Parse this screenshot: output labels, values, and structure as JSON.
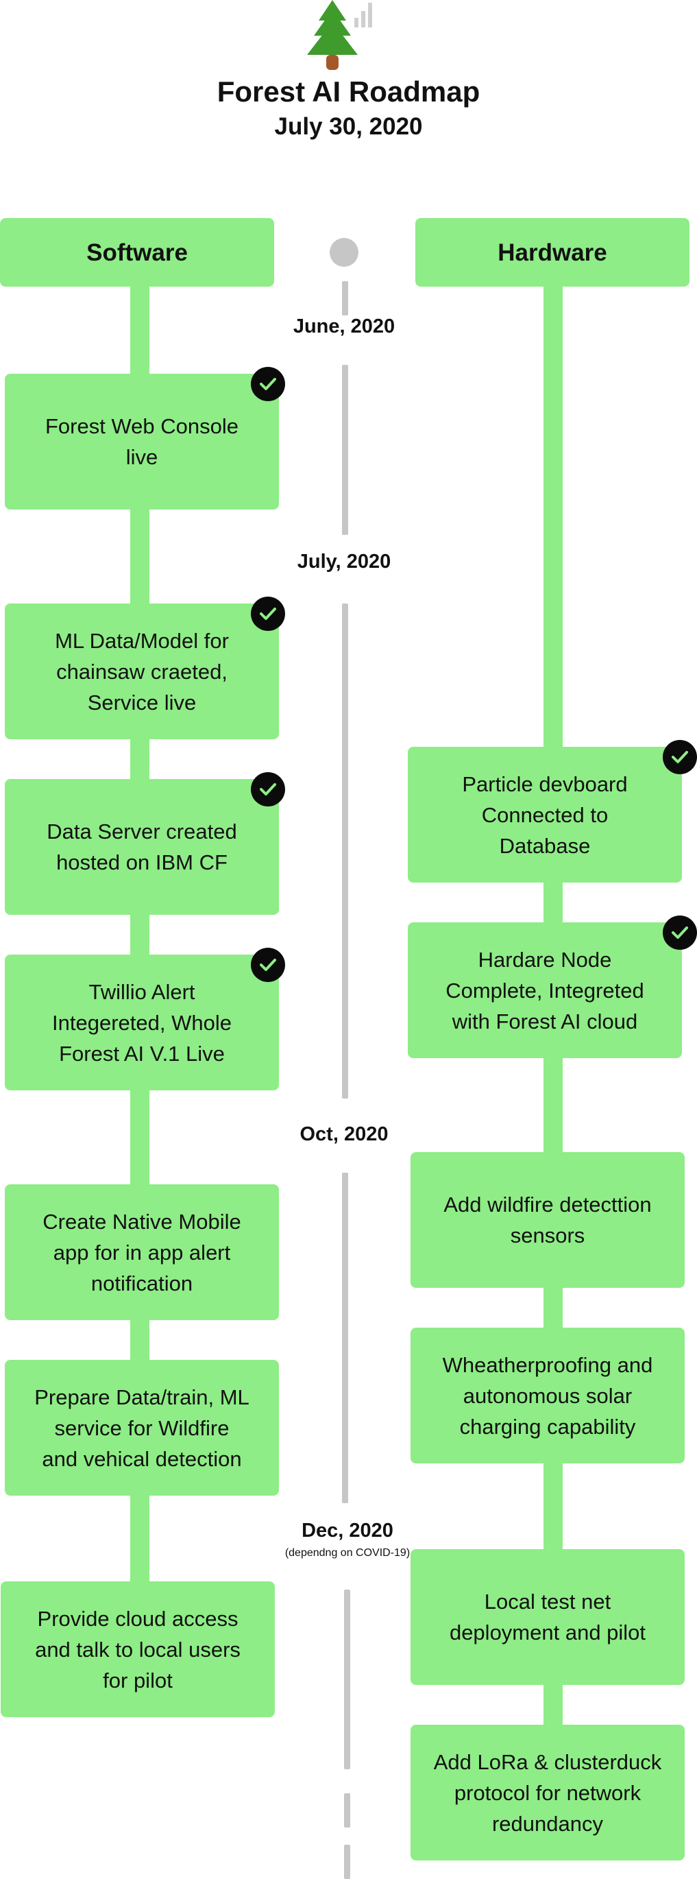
{
  "header": {
    "title": "Forest AI Roadmap",
    "date": "July 30, 2020"
  },
  "columns": {
    "software": "Software",
    "hardware": "Hardware"
  },
  "timeline": {
    "dates": [
      "June, 2020",
      "July, 2020",
      "Oct, 2020",
      "Dec, 2020"
    ],
    "dec_note": "(dependng on COVID-19)"
  },
  "software_items": [
    {
      "label": "Forest Web Console\nlive",
      "done": true
    },
    {
      "label": "ML Data/Model for\nchainsaw craeted,\nService live",
      "done": true
    },
    {
      "label": "Data Server created\nhosted on IBM CF",
      "done": true
    },
    {
      "label": "Twillio Alert\nIntegereted, Whole\nForest AI V.1 Live",
      "done": true
    },
    {
      "label": "Create Native Mobile\napp for in app alert\nnotification",
      "done": false
    },
    {
      "label": "Prepare Data/train, ML\nservice for Wildfire\nand vehical detection",
      "done": false
    },
    {
      "label": "Provide cloud access\nand talk to local users\nfor pilot",
      "done": false
    }
  ],
  "hardware_items": [
    {
      "label": "Particle devboard\nConnected to\nDatabase",
      "done": true
    },
    {
      "label": "Hardare Node\nComplete, Integreted\nwith Forest AI cloud",
      "done": true
    },
    {
      "label": "Add wildfire detecttion\nsensors",
      "done": false
    },
    {
      "label": "Wheatherproofing and\nautonomous solar\ncharging capability",
      "done": false
    },
    {
      "label": "Local test net\ndeployment and pilot",
      "done": false
    },
    {
      "label": "Add LoRa & clusterduck\nprotocol for network\nredundancy",
      "done": false
    }
  ],
  "colors": {
    "box": "#8eed86",
    "tree": "#3f9b2c",
    "trunk": "#a5582a",
    "timeline": "#c6c6c6",
    "check": "#0b0b0b"
  },
  "icons": [
    "tree-logo-icon",
    "signal-bars-icon",
    "check-icon"
  ]
}
